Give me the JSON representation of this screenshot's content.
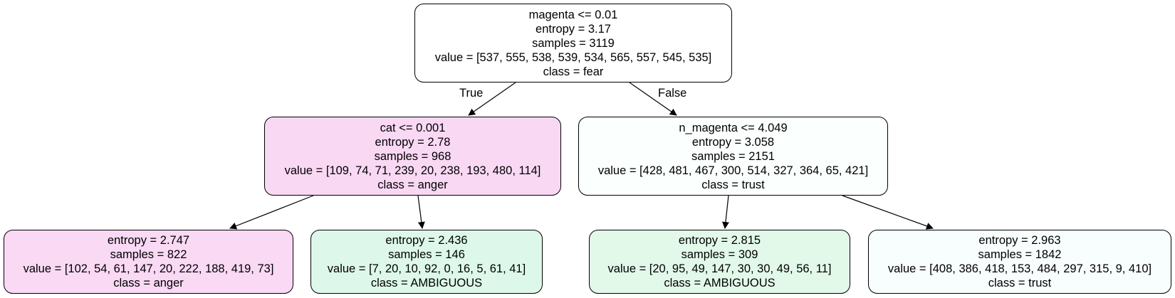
{
  "nodes": {
    "root": {
      "fill": "#ffffff",
      "lines": [
        "magenta <= 0.01",
        "entropy = 3.17",
        "samples = 3119",
        "value = [537, 555, 538, 539, 534, 565, 557, 545, 535]",
        "class = fear"
      ]
    },
    "left": {
      "fill": "#f9d8f4",
      "lines": [
        "cat <= 0.001",
        "entropy = 2.78",
        "samples = 968",
        "value = [109, 74, 71, 239, 20, 238, 193, 480, 114]",
        "class = anger"
      ]
    },
    "right": {
      "fill": "#fbfffe",
      "lines": [
        "n_magenta <= 4.049",
        "entropy = 3.058",
        "samples = 2151",
        "value = [428, 481, 467, 300, 514, 327, 364, 65, 421]",
        "class = trust"
      ]
    },
    "ll": {
      "fill": "#f9d9f4",
      "lines": [
        "entropy = 2.747",
        "samples = 822",
        "value = [102, 54, 61, 147, 20, 222, 188, 419, 73]",
        "class = anger"
      ]
    },
    "lr": {
      "fill": "#ddf8ea",
      "lines": [
        "entropy = 2.436",
        "samples = 146",
        "value = [7, 20, 10, 92, 0, 16, 5, 61, 41]",
        "class = AMBIGUOUS"
      ]
    },
    "rl": {
      "fill": "#e2f9ea",
      "lines": [
        "entropy = 2.815",
        "samples = 309",
        "value = [20, 95, 49, 147, 30, 30, 49, 56, 11]",
        "class = AMBIGUOUS"
      ]
    },
    "rr": {
      "fill": "#f8fdfd",
      "lines": [
        "entropy = 2.963",
        "samples = 1842",
        "value = [408, 386, 418, 153, 484, 297, 315, 9, 410]",
        "class = trust"
      ]
    }
  },
  "edge_labels": {
    "true_label": "True",
    "false_label": "False"
  }
}
